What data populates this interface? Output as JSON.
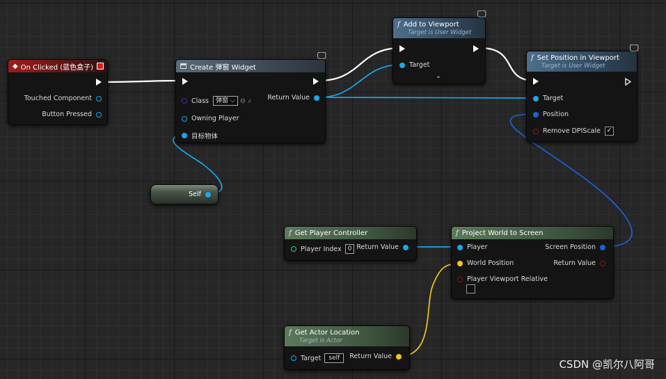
{
  "nodes": {
    "on_clicked": {
      "title": "On Clicked (蓝色盒子)",
      "touched_component": "Touched Component",
      "button_pressed": "Button Pressed"
    },
    "create_widget": {
      "title": "Create 弹窗 Widget",
      "class_label": "Class",
      "class_value": "弹窗",
      "owning_player": "Owning Player",
      "target_object": "目标物体",
      "return_value": "Return Value"
    },
    "self_node": {
      "label": "Self"
    },
    "add_to_viewport": {
      "title": "Add to Viewport",
      "subtitle": "Target is User Widget",
      "target": "Target"
    },
    "set_position": {
      "title": "Set Position in Viewport",
      "subtitle": "Target is User Widget",
      "target": "Target",
      "position": "Position",
      "remove_dpi": "Remove DPIScale",
      "remove_dpi_checked": true
    },
    "get_player_controller": {
      "title": "Get Player Controller",
      "player_index": "Player Index",
      "player_index_value": "0",
      "return_value": "Return Value"
    },
    "project_world": {
      "title": "Project World to Screen",
      "player": "Player",
      "world_position": "World Position",
      "viewport_relative": "Player Viewport Relative",
      "screen_position": "Screen Position",
      "return_value": "Return Value"
    },
    "get_actor_location": {
      "title": "Get Actor Location",
      "subtitle": "Target is Actor",
      "target": "Target",
      "target_value": "self",
      "return_value": "Return Value"
    }
  },
  "watermark": "CSDN @凯尔八阿哥",
  "colors": {
    "event_header": "#a01c1c",
    "function_header": "#4d6f8e",
    "pure_header": "#5c7a5c",
    "exec_wire": "#ffffff",
    "object_pin": "#1aa7ec",
    "vector_pin": "#f5c518",
    "vector2d_pin": "#1763d8",
    "bool_pin": "#8c1111",
    "class_pin": "#5a1ea8",
    "int_pin": "#1fd1a6"
  },
  "icons": {
    "monitor": "monitor-icon",
    "function": "function-icon",
    "event": "event-diamond-icon"
  }
}
